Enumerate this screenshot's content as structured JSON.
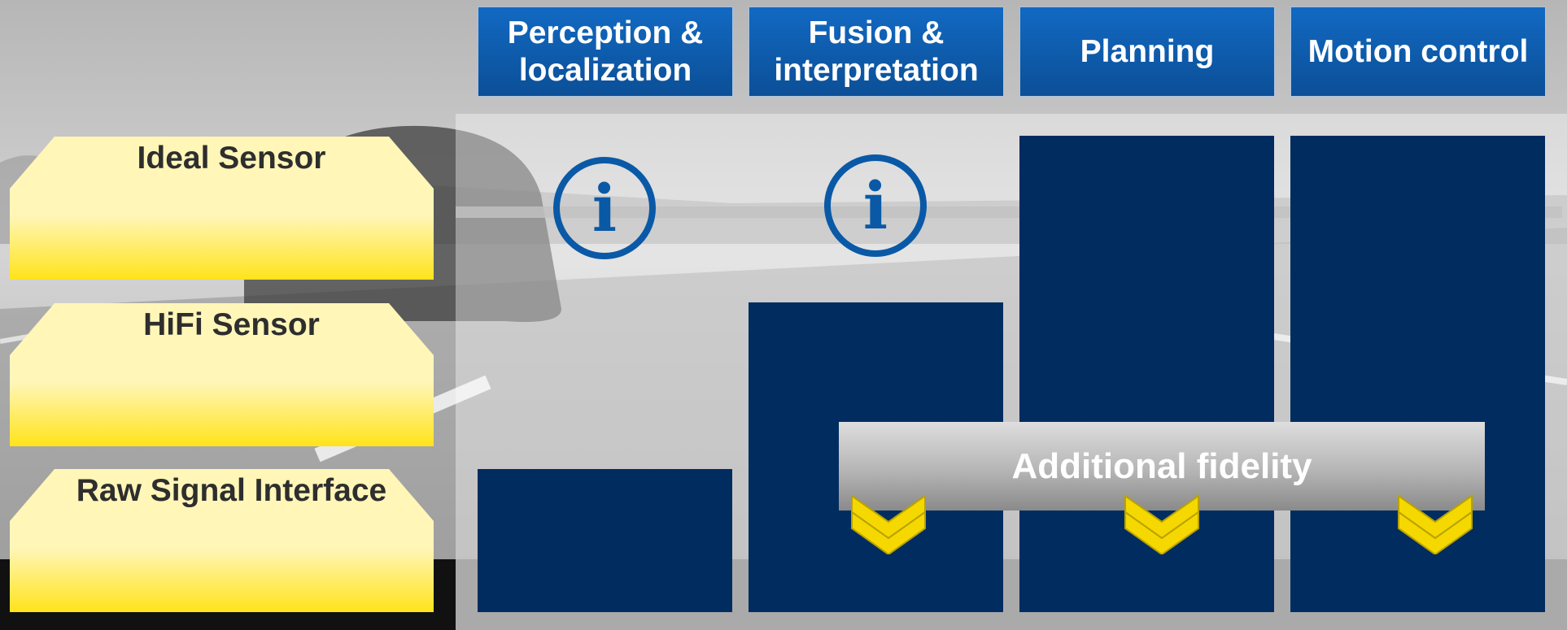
{
  "stages": [
    {
      "label": "Perception &\nlocalization",
      "level": 0.3
    },
    {
      "label": "Fusion &\ninterpretation",
      "level": 0.65
    },
    {
      "label": "Planning",
      "level": 1.0
    },
    {
      "label": "Motion control",
      "level": 1.0
    }
  ],
  "sensor_levels": [
    "Ideal Sensor",
    "HiFi Sensor",
    "Raw Signal Interface"
  ],
  "fidelity_label": "Additional fidelity",
  "info_icon": {
    "glyph": "i",
    "name": "info-icon"
  },
  "chevron_icon": "double-chevron-down-icon",
  "colors": {
    "header_blue": "#0b5fb1",
    "column_navy": "#002c60",
    "sensor_yellow": "#ffe31a",
    "sensor_yellow_light": "#fff6b8",
    "fidelity_grey": "#b5b5b5",
    "chevron_yellow": "#f4d800"
  }
}
